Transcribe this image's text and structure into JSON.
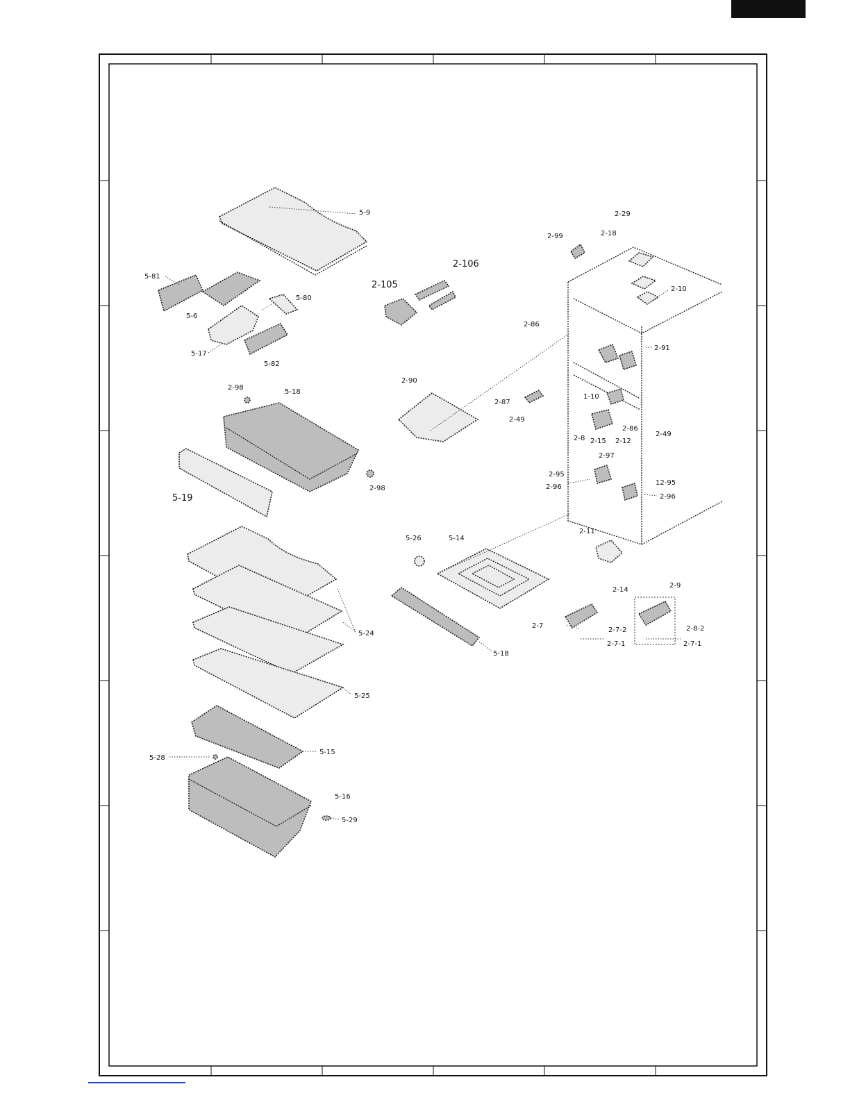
{
  "callouts": {
    "c_5_9": "5-9",
    "c_5_81": "5-81",
    "c_5_6": "5-6",
    "c_5_80": "5-80",
    "c_5_17": "5-17",
    "c_5_82": "5-82",
    "c_2_105": "2-105",
    "c_2_106": "2-106",
    "c_2_99": "2-99",
    "c_2_18": "2-18",
    "c_2_29": "2-29",
    "c_2_10": "2-10",
    "c_2_86a": "2-86",
    "c_2_91": "2-91",
    "c_2_98a": "2-98",
    "c_5_18a": "5-18",
    "c_2_90": "2-90",
    "c_2_87": "2-87",
    "c_1_10": "1-10",
    "c_2_49a": "2-49",
    "c_2_86b": "2-86",
    "c_2_49b": "2-49",
    "c_2_8": "2-8",
    "c_2_15": "2-15",
    "c_2_12": "2-12",
    "c_2_97": "2-97",
    "c_2_98b": "2-98",
    "c_5_19": "5-19",
    "c_2_95a": "2-95",
    "c_2_95b": "12-95",
    "c_2_96a": "2-96",
    "c_2_96b": "2-96",
    "c_5_26": "5-26",
    "c_5_14": "5-14",
    "c_2_11": "2-11",
    "c_2_14": "2-14",
    "c_2_9": "2-9",
    "c_2_7": "2-7",
    "c_2_7_2": "2-7-2",
    "c_2_8_2": "2-8-2",
    "c_2_7_1a": "2-7-1",
    "c_2_7_1b": "2-7-1",
    "c_5_24": "5-24",
    "c_5_18b": "5-18",
    "c_5_25": "5-25",
    "c_5_15": "5-15",
    "c_5_28": "5-28",
    "c_5_16": "5-16",
    "c_5_29": "5-29"
  },
  "colors": {
    "ink": "#222222",
    "fill": "#ececec",
    "tab": "#111111",
    "link": "#1a3fd1"
  }
}
